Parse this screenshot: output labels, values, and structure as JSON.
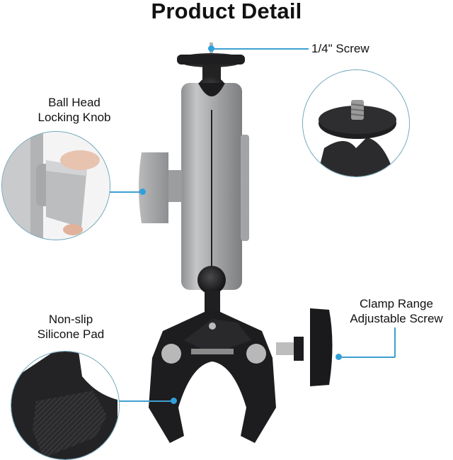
{
  "page": {
    "title": "Product Detail"
  },
  "callouts": {
    "screw": {
      "label": "1/4\" Screw"
    },
    "ball_head": {
      "line1": "Ball Head",
      "line2": "Locking Knob"
    },
    "silicone_pad": {
      "line1": "Non-slip",
      "line2": "Silicone Pad"
    },
    "clamp_screw": {
      "line1": "Clamp Range",
      "line2": "Adjustable Screw"
    }
  },
  "colors": {
    "callout_line": "#3e9fd0",
    "circle_border": "#6aa3b8",
    "metal": "#a9a9ab",
    "black_part": "#1d1d1f"
  }
}
